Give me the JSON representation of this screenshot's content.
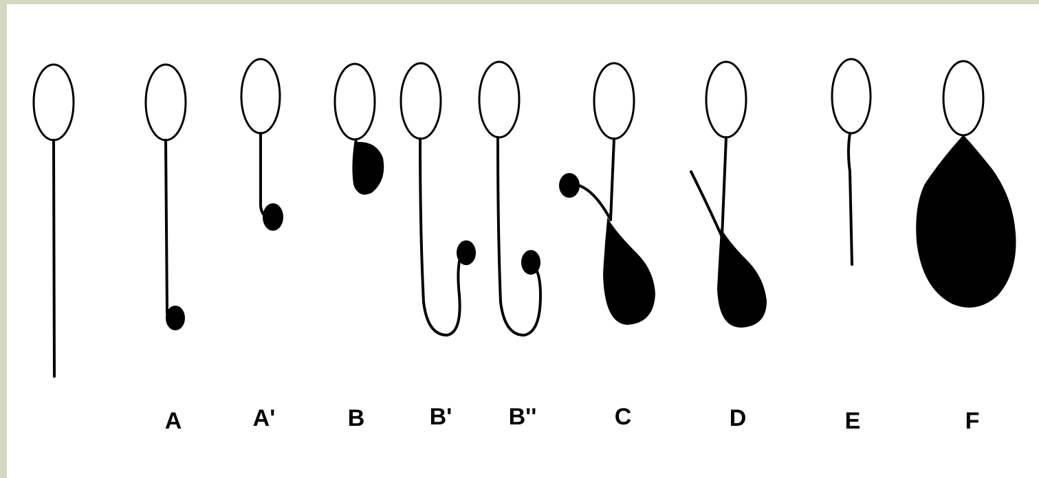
{
  "diagram": {
    "labels": {
      "a": "A",
      "a_prime": "A'",
      "b": "B",
      "b_prime": "B'",
      "b_double_prime": "B''",
      "c": "C",
      "d": "D",
      "e": "E",
      "f": "F"
    },
    "colors": {
      "ink": "#000000",
      "paper": "#ffffff",
      "border": "#d4d8c0"
    }
  }
}
